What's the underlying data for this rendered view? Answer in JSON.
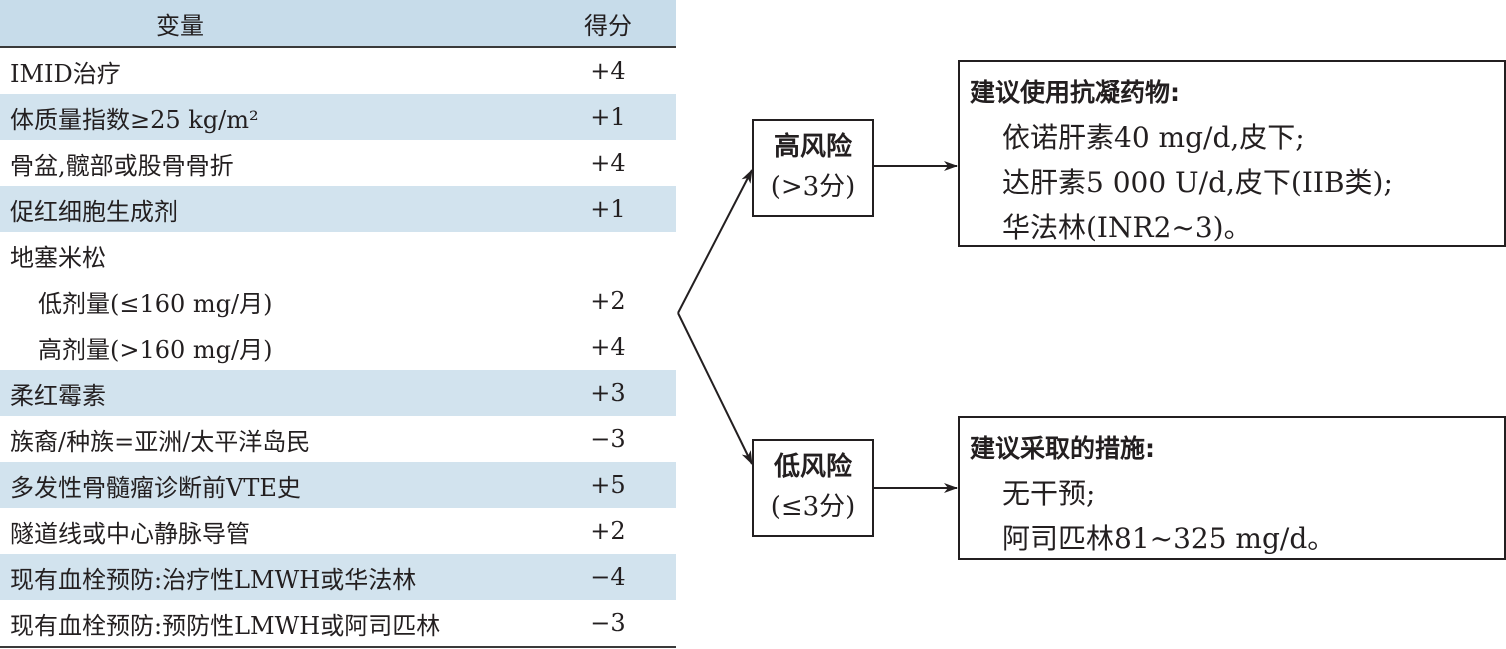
{
  "table": {
    "header": {
      "variable": "变量",
      "score": "得分"
    },
    "rows": [
      {
        "variable": "IMID治疗",
        "score": "+4",
        "shaded": false,
        "indent": false
      },
      {
        "variable": "体质量指数≥25 kg/m²",
        "score": "+1",
        "shaded": true,
        "indent": false
      },
      {
        "variable": "骨盆,髋部或股骨骨折",
        "score": "+4",
        "shaded": false,
        "indent": false
      },
      {
        "variable": "促红细胞生成剂",
        "score": "+1",
        "shaded": true,
        "indent": false
      },
      {
        "variable": "地塞米松",
        "score": "",
        "shaded": false,
        "indent": false
      },
      {
        "variable": "低剂量(≤160 mg/月)",
        "score": "+2",
        "shaded": false,
        "indent": true
      },
      {
        "variable": "高剂量(>160 mg/月)",
        "score": "+4",
        "shaded": false,
        "indent": true
      },
      {
        "variable": "柔红霉素",
        "score": "+3",
        "shaded": true,
        "indent": false
      },
      {
        "variable": "族裔/种族=亚洲/太平洋岛民",
        "score": "−3",
        "shaded": false,
        "indent": false
      },
      {
        "variable": "多发性骨髓瘤诊断前VTE史",
        "score": "+5",
        "shaded": true,
        "indent": false
      },
      {
        "variable": "隧道线或中心静脉导管",
        "score": "+2",
        "shaded": false,
        "indent": false
      },
      {
        "variable": "现有血栓预防:治疗性LMWH或华法林",
        "score": "−4",
        "shaded": true,
        "indent": false
      },
      {
        "variable": "现有血栓预防:预防性LMWH或阿司匹林",
        "score": "−3",
        "shaded": false,
        "indent": false
      }
    ]
  },
  "high_risk": {
    "title": "高风险",
    "sub": "(>3分)",
    "recommendation_title": "建议使用抗凝药物:",
    "items": [
      "依诺肝素40 mg/d,皮下;",
      "达肝素5 000 U/d,皮下(IIB类);",
      "华法林(INR2~3)。"
    ]
  },
  "low_risk": {
    "title": "低风险",
    "sub": "(≤3分)",
    "recommendation_title": "建议采取的措施:",
    "items": [
      "无干预;",
      "阿司匹林81~325 mg/d。"
    ]
  },
  "colors": {
    "header_bg": "#c7dcea",
    "shaded_row_bg": "#d2e3ee",
    "line": "#231f20"
  }
}
